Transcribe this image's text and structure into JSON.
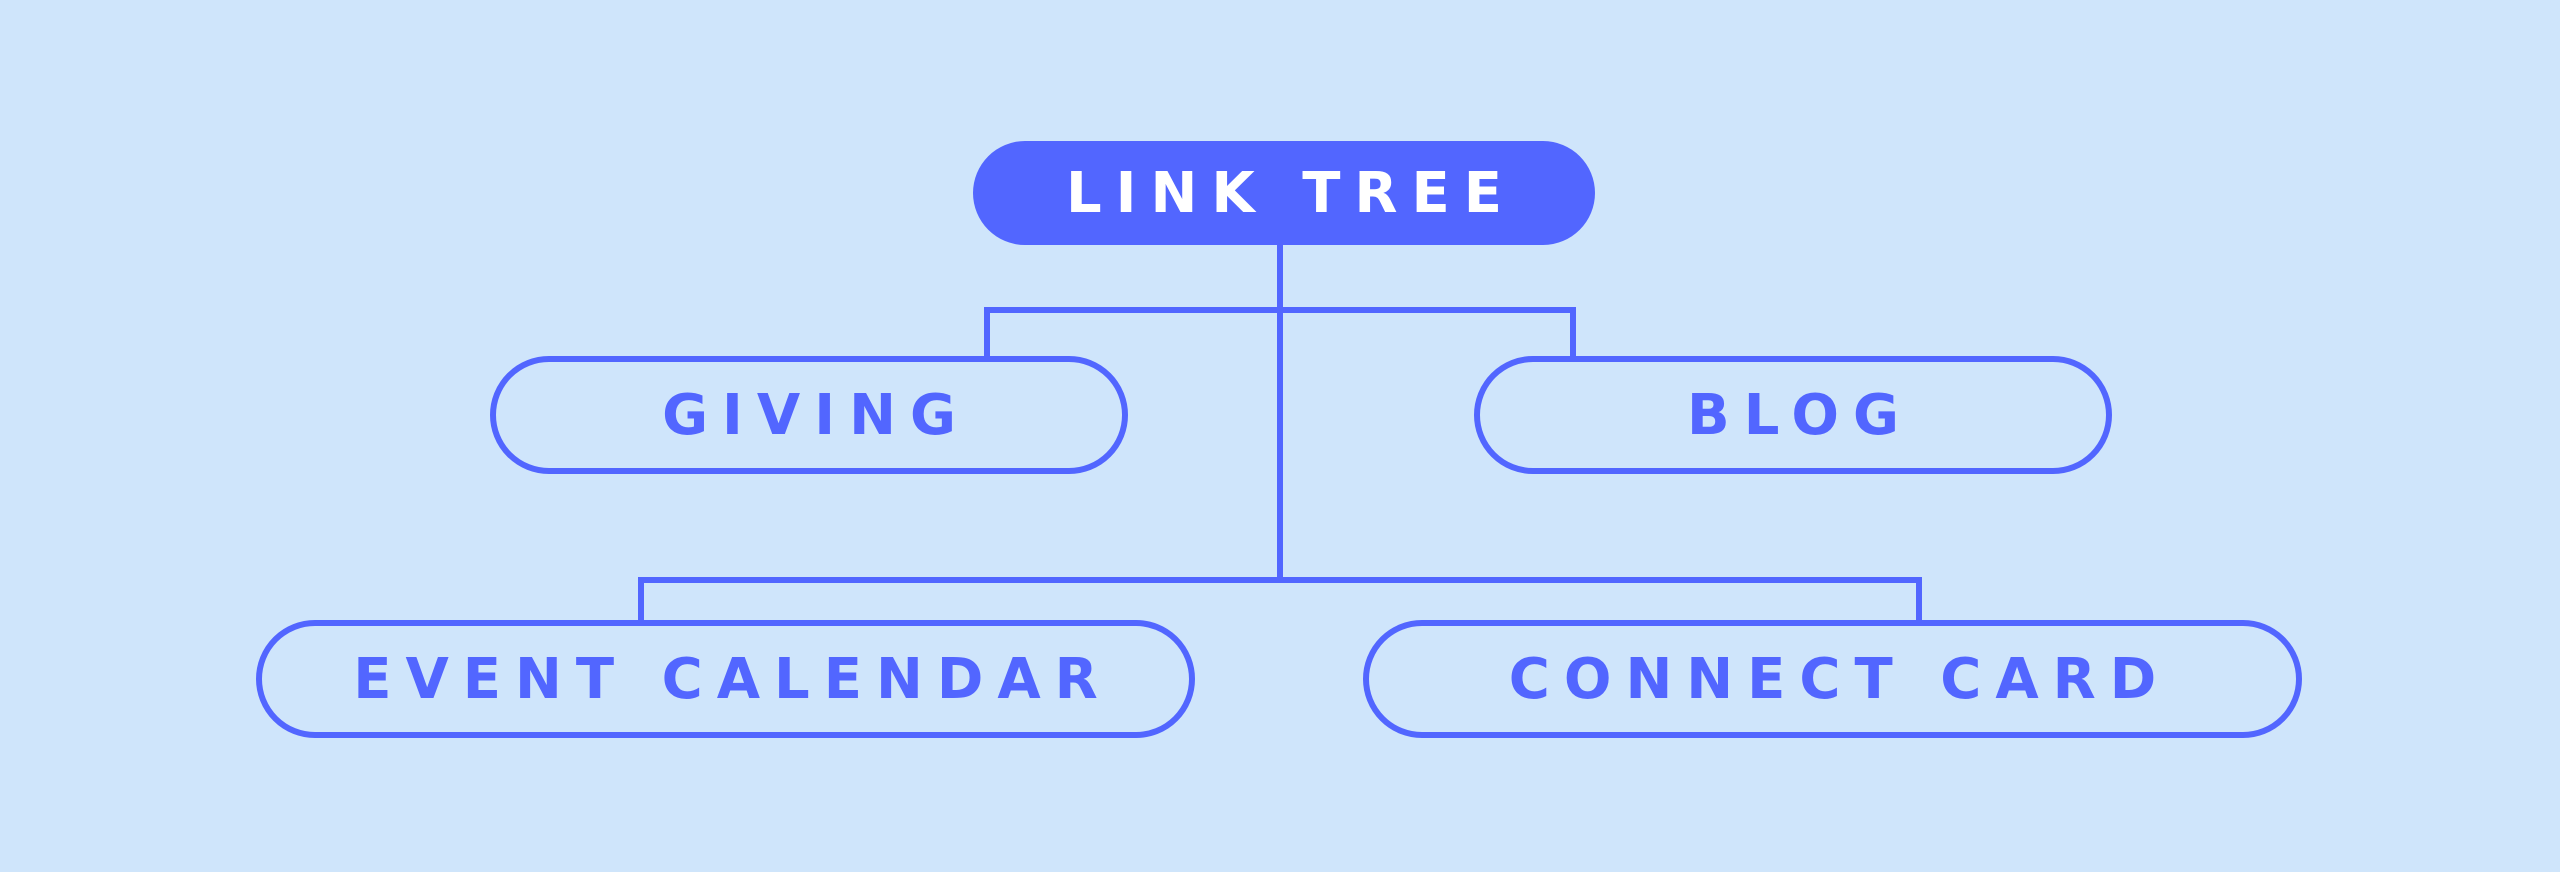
{
  "diagram": {
    "accent_color": "#5266ff",
    "background_color": "#cfe5fb",
    "root": {
      "label": "LINK TREE"
    },
    "level1": [
      {
        "label": "GIVING"
      },
      {
        "label": "BLOG"
      }
    ],
    "level2": [
      {
        "label": "EVENT CALENDAR"
      },
      {
        "label": "CONNECT CARD"
      }
    ]
  }
}
